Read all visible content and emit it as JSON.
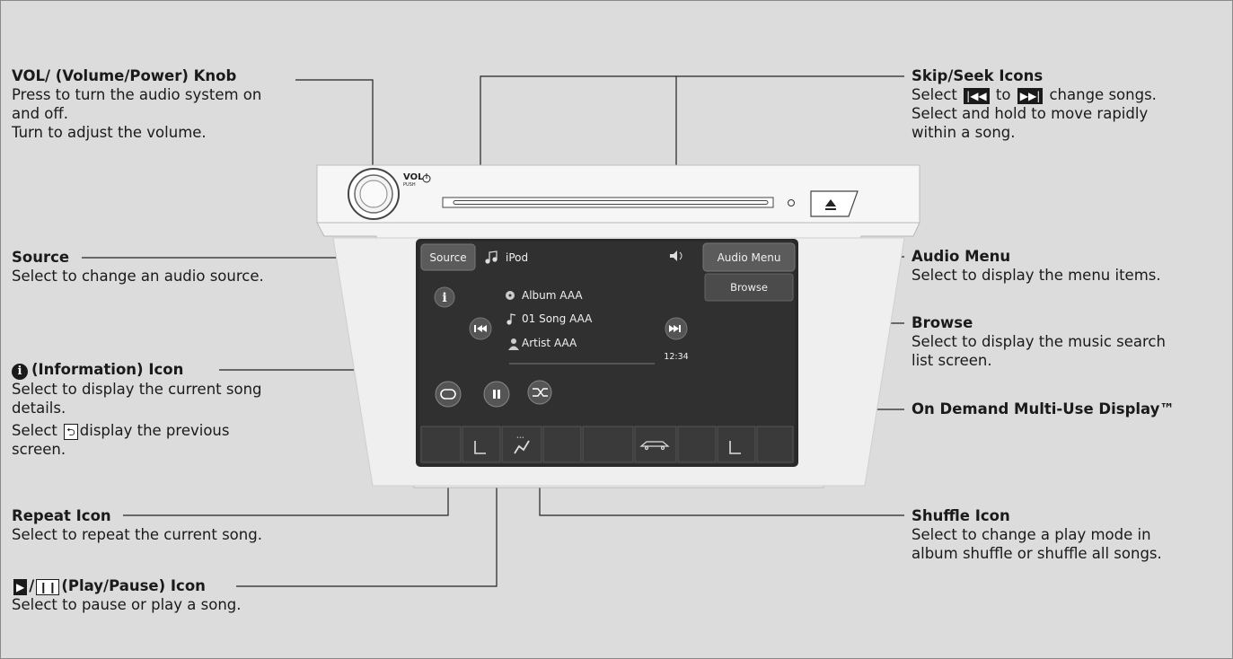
{
  "callouts": {
    "vol": {
      "title": "VOL/ (Volume/Power) Knob",
      "lines": [
        "Press to turn the audio system on",
        "and off.",
        "Turn to adjust the volume."
      ]
    },
    "source": {
      "title": "Source",
      "lines": [
        "Select to change an audio source."
      ]
    },
    "info": {
      "title": "(Information) Icon",
      "lines": [
        "Select to display the current song",
        "details."
      ],
      "line3_post": "display the previous",
      "line4": "screen."
    },
    "repeat": {
      "title": "Repeat Icon",
      "lines": [
        "Select to repeat the current song."
      ]
    },
    "playpause": {
      "title": "(Play/Pause) Icon",
      "lines": [
        "Select to pause or play a song."
      ]
    },
    "skip": {
      "title": "Skip/Seek Icons",
      "line1_pre": "Select",
      "line1_mid": "to",
      "line1_post": "change songs.",
      "lines": [
        "Select and hold to move rapidly",
        "within a song."
      ]
    },
    "audiomenu": {
      "title": "Audio Menu",
      "lines": [
        "Select to display the menu items."
      ]
    },
    "browse": {
      "title": "Browse",
      "lines": [
        "Select to display the music search",
        "list screen."
      ]
    },
    "odmd": {
      "title": "On Demand Multi-Use Display™"
    },
    "shuffle": {
      "title": "Shuffle Icon",
      "lines": [
        "Select to change a play mode in",
        "album shuffle or shuffle all songs."
      ]
    }
  },
  "unit": {
    "vol_label": "VOL",
    "vol_sub": "PUSH",
    "source_btn": "Source",
    "source_name": "iPod",
    "album": "Album AAA",
    "song": "01 Song AAA",
    "artist": "Artist AAA",
    "time": "12:34",
    "audio_menu_btn": "Audio Menu",
    "browse_btn": "Browse",
    "icons": [
      "power-icon",
      "eject-icon",
      "music-note-icon",
      "volume-icon",
      "info-icon",
      "album-icon",
      "song-note-icon",
      "artist-icon",
      "skip-back-icon",
      "skip-forward-icon",
      "repeat-icon",
      "pause-icon",
      "shuffle-icon",
      "seat-heat-icon",
      "fan-icon",
      "car-icon"
    ]
  }
}
